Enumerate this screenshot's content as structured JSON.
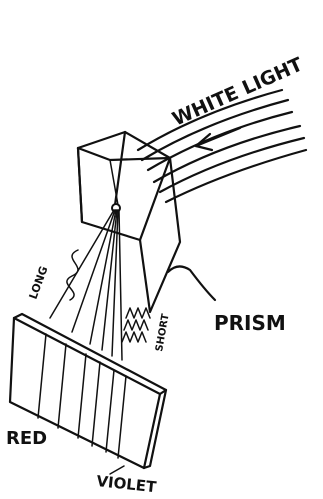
{
  "labels": {
    "white_light": "WHITE LIGHT",
    "prism": "PRISM",
    "long": "LONG",
    "short": "SHORT",
    "red": "RED",
    "violet": "VIOLET"
  }
}
